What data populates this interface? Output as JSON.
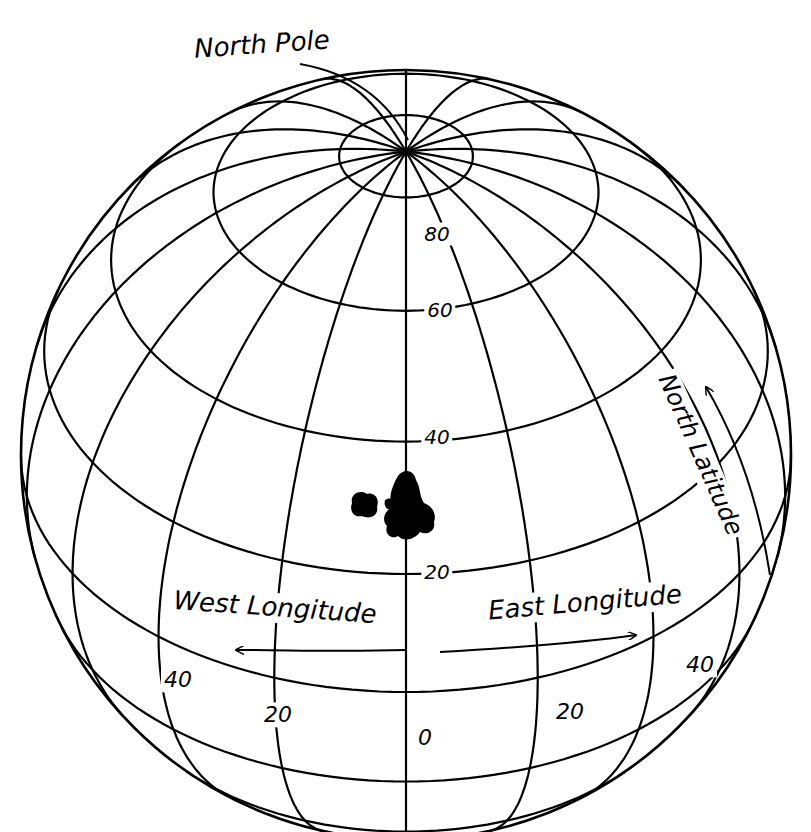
{
  "diagram": {
    "labels": [
      "North Pole",
      "80",
      "60",
      "40",
      "20",
      "West Longitude",
      "East Longitude",
      "North Latitude",
      "40",
      "20",
      "0",
      "20",
      "40"
    ]
  }
}
